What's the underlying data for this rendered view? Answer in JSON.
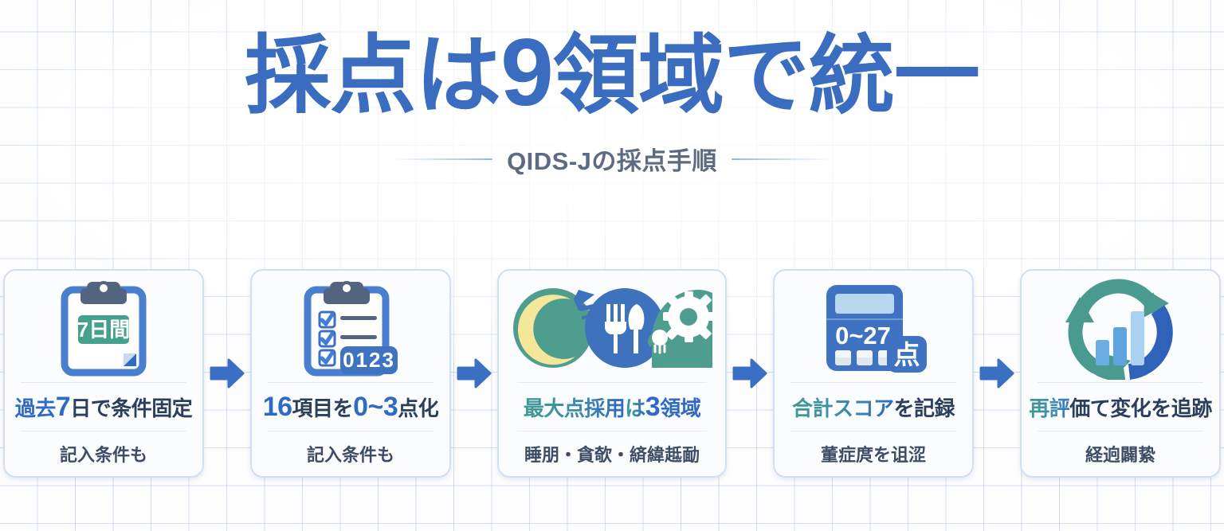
{
  "header": {
    "title_lead": "採点は",
    "title_number": "9",
    "title_tail": "領域で統一",
    "subtitle": "QIDS-Jの採点手順"
  },
  "colors": {
    "brand_blue": "#3a6cc0",
    "accent_teal": "#3e9a91",
    "navy_text": "#2b3f5c",
    "card_border": "#cfe0f2",
    "grid_line": "#adc6e6",
    "arrow_blue": "#3a6fc4"
  },
  "flow": {
    "arrow_icon": "arrow-right-icon",
    "steps": [
      {
        "icon": "clipboard-seven-days-icon",
        "icon_badge": "7日間",
        "title_parts": [
          {
            "text": "過去",
            "style": "blue"
          },
          {
            "text": "7",
            "style": "number"
          },
          {
            "text": "日で条件固定",
            "style": "navy"
          }
        ],
        "subtitle": "記入条件も"
      },
      {
        "icon": "checklist-scoring-icon",
        "icon_badge": "0123",
        "title_parts": [
          {
            "text": "16",
            "style": "number"
          },
          {
            "text": "項目を",
            "style": "navy"
          },
          {
            "text": "0~3",
            "style": "number"
          },
          {
            "text": "点化",
            "style": "navy"
          }
        ],
        "subtitle": "記入条件も"
      },
      {
        "icon": "sleep-appetite-psychomotor-icon",
        "icon_badge": "",
        "title_parts": [
          {
            "text": "最大点採用",
            "style": "gradient"
          },
          {
            "text": "は",
            "style": "gradient"
          },
          {
            "text": "3",
            "style": "number"
          },
          {
            "text": "領域",
            "style": "blue"
          }
        ],
        "subtitle": "睡朋・貪欹・緕緯趆勔"
      },
      {
        "icon": "calculator-total-score-icon",
        "icon_badge": "0~27",
        "icon_badge2": "点",
        "title_parts": [
          {
            "text": "合計スコア",
            "style": "gradient"
          },
          {
            "text": "を記録",
            "style": "navy"
          }
        ],
        "subtitle": "董症庹を诅涩"
      },
      {
        "icon": "cycle-progress-chart-icon",
        "icon_badge": "",
        "title_parts": [
          {
            "text": "再評",
            "style": "gradient2"
          },
          {
            "text": "価て変化を追跡",
            "style": "navy"
          }
        ],
        "subtitle": "経逈闢絷"
      }
    ]
  }
}
